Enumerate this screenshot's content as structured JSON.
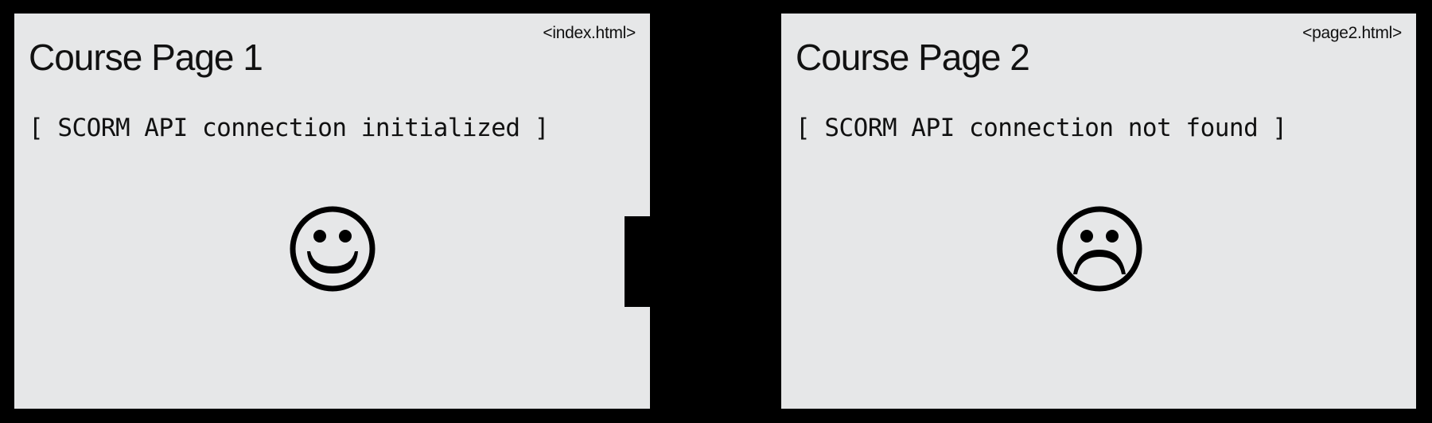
{
  "diagram": {
    "background_color": "#000000",
    "panel_color": "#e6e7e8",
    "connector": {
      "type": "arrow",
      "from": "panel_1",
      "to": "panel_2",
      "direction": "right"
    }
  },
  "panels": [
    {
      "filename": "<index.html>",
      "title": "Course Page 1",
      "status": "[ SCORM API connection initialized ]",
      "icon": "smiley-face-icon"
    },
    {
      "filename": "<page2.html>",
      "title": "Course Page 2",
      "status": "[ SCORM API connection not found ]",
      "icon": "frowning-face-icon"
    }
  ]
}
